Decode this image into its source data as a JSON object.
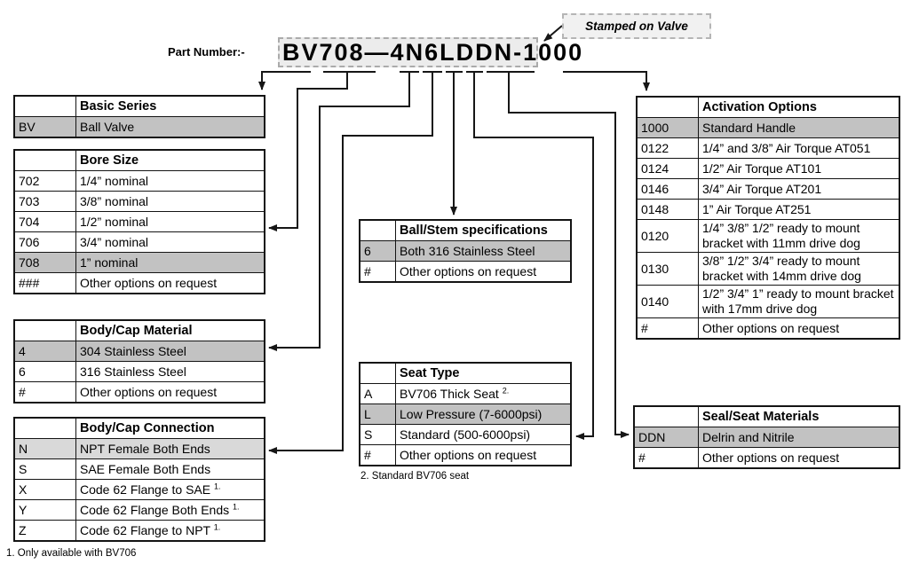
{
  "part_label": "Part Number:-",
  "part_number": "BV708—4N6LDDN-1000",
  "stamped_note": "Stamped on Valve",
  "footnotes": [
    "1. Only available with BV706",
    "2. Standard BV706 seat"
  ],
  "colors": {
    "highlight": "#c2c2c2",
    "highlight_light": "#d9d9d9",
    "line": "#161616",
    "part_box_fill": "#ececec",
    "stamp_box_fill": "#f1f1f1"
  },
  "mappings": [
    {
      "segment": "BV",
      "table": "Basic Series"
    },
    {
      "segment": "708",
      "table": "Bore Size"
    },
    {
      "segment": "4",
      "table": "Body/Cap Material"
    },
    {
      "segment": "N",
      "table": "Body/Cap Connection"
    },
    {
      "segment": "6",
      "table": "Ball/Stem specifications"
    },
    {
      "segment": "L",
      "table": "Seat Type"
    },
    {
      "segment": "DDN",
      "table": "Seal/Seat Materials"
    },
    {
      "segment": "1000",
      "table": "Activation Options"
    }
  ],
  "tables": {
    "basic_series": {
      "title": "Basic Series",
      "rows": [
        {
          "code": "BV",
          "label": "Ball Valve",
          "hl": true
        }
      ]
    },
    "bore_size": {
      "title": "Bore Size",
      "rows": [
        {
          "code": "702",
          "label": "1/4” nominal"
        },
        {
          "code": "703",
          "label": "3/8” nominal"
        },
        {
          "code": "704",
          "label": "1/2” nominal"
        },
        {
          "code": "706",
          "label": "3/4” nominal"
        },
        {
          "code": "708",
          "label": "1” nominal",
          "hl": true
        },
        {
          "code": "###",
          "label": "Other options on request"
        }
      ]
    },
    "body_cap_material": {
      "title": "Body/Cap Material",
      "rows": [
        {
          "code": "4",
          "label": "304 Stainless Steel",
          "hl": true
        },
        {
          "code": "6",
          "label": "316 Stainless Steel"
        },
        {
          "code": "#",
          "label": "Other options on request"
        }
      ]
    },
    "body_cap_connection": {
      "title": "Body/Cap Connection",
      "rows": [
        {
          "code": "N",
          "label": "NPT Female Both Ends",
          "hl": "light"
        },
        {
          "code": "S",
          "label": "SAE Female Both Ends"
        },
        {
          "code": "X",
          "label": "Code 62 Flange to SAE ",
          "sup": "1."
        },
        {
          "code": "Y",
          "label": "Code 62 Flange Both Ends ",
          "sup": "1."
        },
        {
          "code": "Z",
          "label": "Code 62 Flange to NPT ",
          "sup": "1."
        }
      ]
    },
    "ball_stem": {
      "title": "Ball/Stem specifications",
      "rows": [
        {
          "code": "6",
          "label": "Both 316 Stainless Steel",
          "hl": true
        },
        {
          "code": "#",
          "label": "Other options on request"
        }
      ]
    },
    "seat_type": {
      "title": "Seat Type",
      "rows": [
        {
          "code": "A",
          "label": "BV706 Thick Seat ",
          "sup": "2."
        },
        {
          "code": "L",
          "label": "Low Pressure (7-6000psi)",
          "hl": true
        },
        {
          "code": "S",
          "label": "Standard (500-6000psi)"
        },
        {
          "code": "#",
          "label": "Other options on request"
        }
      ]
    },
    "activation": {
      "title": "Activation Options",
      "rows": [
        {
          "code": "1000",
          "label": "Standard Handle",
          "hl": true
        },
        {
          "code": "0122",
          "label": "1/4” and 3/8” Air Torque AT051"
        },
        {
          "code": "0124",
          "label": "1/2” Air Torque AT101"
        },
        {
          "code": "0146",
          "label": "3/4” Air Torque AT201"
        },
        {
          "code": "0148",
          "label": "1” Air Torque AT251"
        },
        {
          "code": "0120",
          "label": "1/4” 3/8” 1/2” ready to mount bracket with 11mm drive dog"
        },
        {
          "code": "0130",
          "label": "3/8” 1/2” 3/4” ready to mount bracket with 14mm drive dog"
        },
        {
          "code": "0140",
          "label": "1/2” 3/4” 1” ready to mount bracket with 17mm drive dog"
        },
        {
          "code": "#",
          "label": "Other options on request"
        }
      ]
    },
    "seal_seat": {
      "title": "Seal/Seat Materials",
      "rows": [
        {
          "code": "DDN",
          "label": "Delrin and Nitrile",
          "hl": true
        },
        {
          "code": "#",
          "label": "Other options on request"
        }
      ]
    }
  }
}
